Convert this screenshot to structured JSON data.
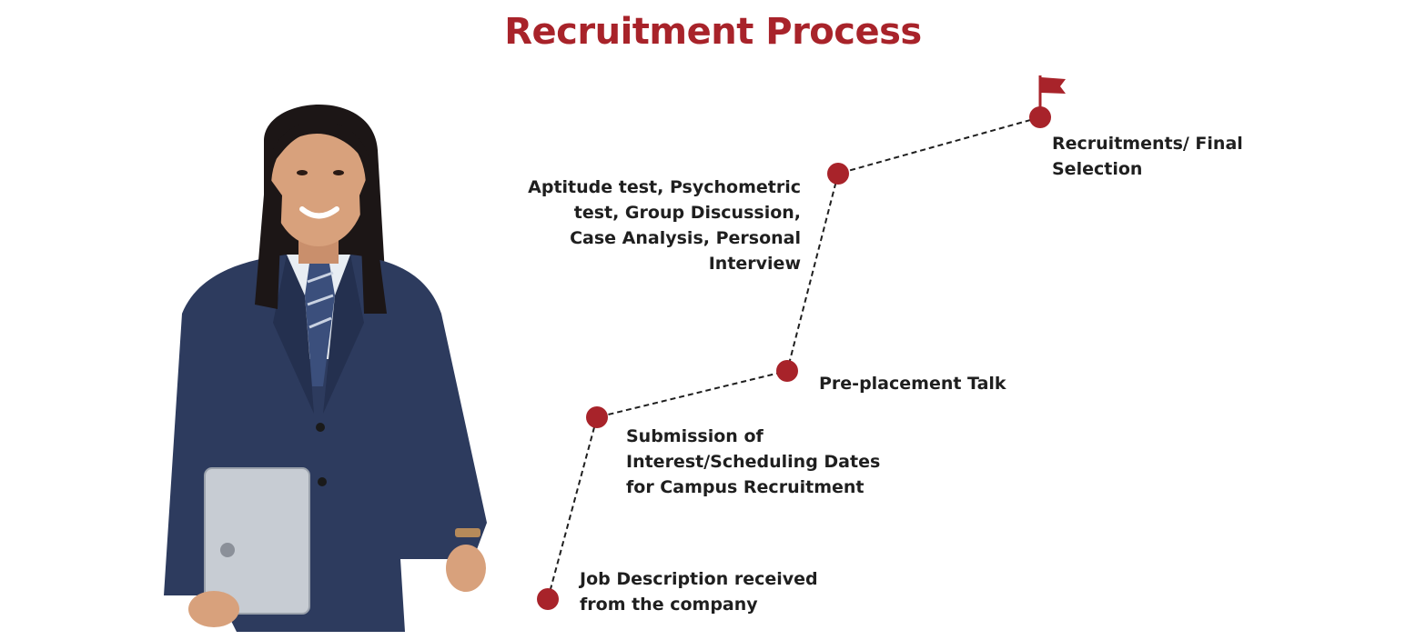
{
  "title": "Recruitment Process",
  "colors": {
    "accent": "#a8232a",
    "suit": "#2d3b5e",
    "text": "#1f1f1f"
  },
  "icons": {
    "photo": "student-photo",
    "flag": "flag-icon"
  },
  "steps": [
    {
      "label": "Job Description received from the company"
    },
    {
      "label": "Submission of Interest/Scheduling Dates for Campus Recruitment"
    },
    {
      "label": "Pre-placement Talk"
    },
    {
      "label": "Aptitude test, Psychometric test, Group Discussion, Case Analysis, Personal Interview"
    },
    {
      "label": "Recruitments/ Final Selection"
    }
  ]
}
